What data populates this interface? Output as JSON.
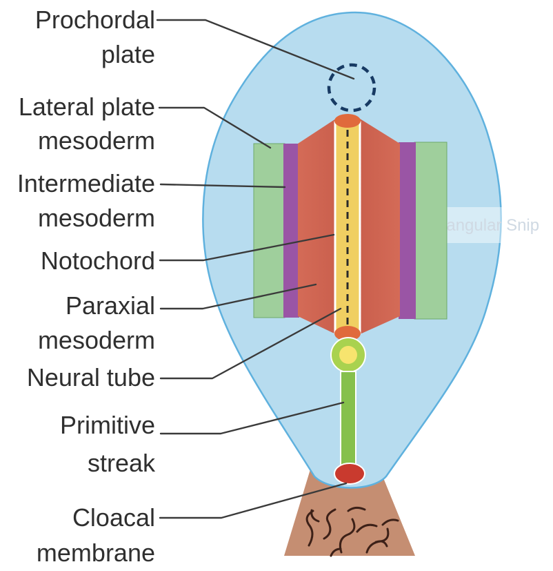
{
  "diagram": {
    "labels": {
      "prochordal_plate": [
        "Prochordal",
        "plate"
      ],
      "lateral_plate_mesoderm": [
        "Lateral plate",
        "mesoderm"
      ],
      "intermediate_mesoderm": [
        "Intermediate",
        "mesoderm"
      ],
      "notochord": [
        "Notochord"
      ],
      "paraxial_mesoderm": [
        "Paraxial",
        "mesoderm"
      ],
      "neural_tube": [
        "Neural tube"
      ],
      "primitive_streak": [
        "Primitive",
        "streak"
      ],
      "cloacal_membrane": [
        "Cloacal",
        "membrane"
      ]
    },
    "watermark": "Rectangular Snip",
    "colors": {
      "embryonic_disc": "#b7dcef",
      "disc_outline": "#5fb1de",
      "paraxial_mesoderm": "#cd5f4d",
      "intermediate_mesoderm": "#9a55a5",
      "lateral_plate_mesoderm": "#9fcf9c",
      "notochord": "#f0cf62",
      "primitive_node": "#e06a3c",
      "primitive_streak": "#86c04c",
      "neural_tube_ring": "#a9d24f",
      "neural_tube_center": "#f7e46e",
      "cloacal_membrane": "#c93a2e",
      "connecting_stalk": "#c58e72",
      "prochordal_plate_outline": "#173a63"
    }
  }
}
